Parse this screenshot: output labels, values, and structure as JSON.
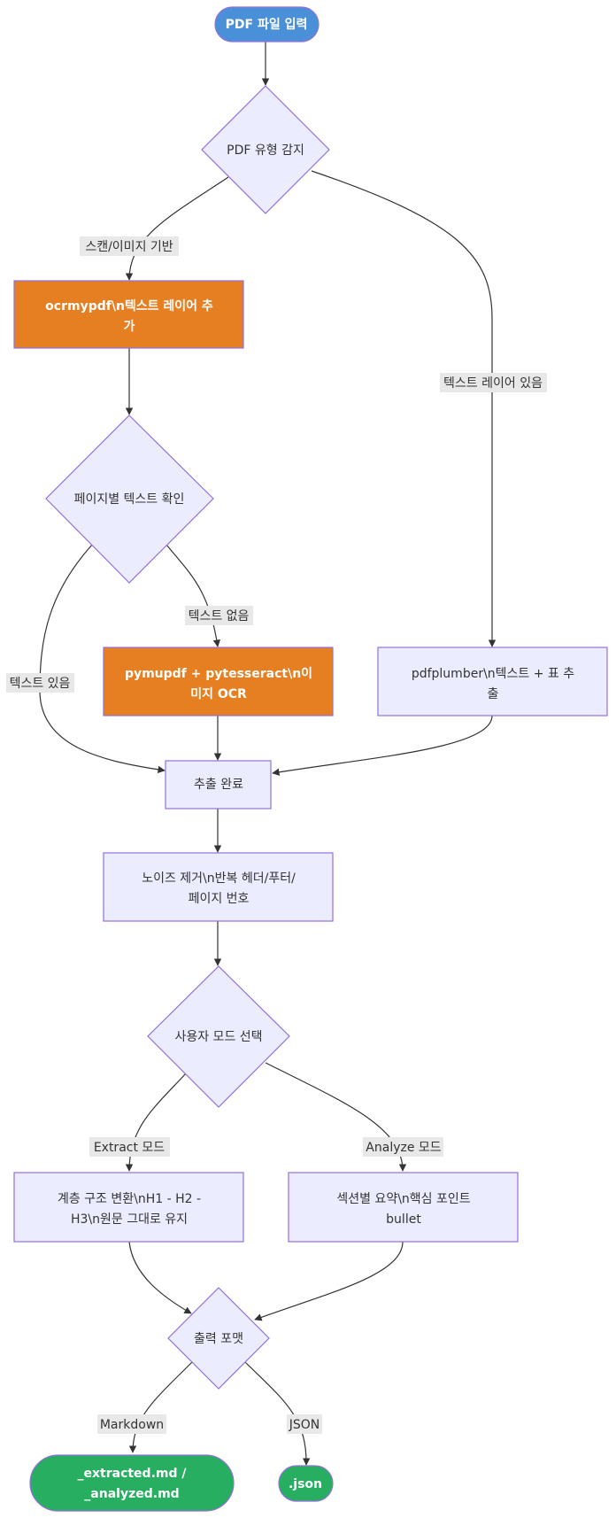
{
  "nodes": {
    "start": "PDF 파일 입력",
    "detect": "PDF 유형 감지",
    "ocrmypdf": [
      "ocrmypdf\\n텍스트 레이어 추",
      "가"
    ],
    "page_check": "페이지별 텍스트 확인",
    "pymupdf": [
      "pymupdf + pytesseract\\n이",
      "미지 OCR"
    ],
    "pdfplumber": [
      "pdfplumber\\n텍스트 + 표 추",
      "출"
    ],
    "extract_done": "추출 완료",
    "noise": [
      "노이즈 제거\\n반복 헤더/푸터/",
      "페이지 번호"
    ],
    "mode_select": "사용자 모드 선택",
    "hierarchy": [
      "계층 구조 변환\\nH1 - H2 -",
      "H3\\n원문 그대로 유지"
    ],
    "summary": [
      "섹션별 요약\\n핵심 포인트",
      "bullet"
    ],
    "output_format": "출력 포맷",
    "md_out": [
      "_extracted.md /",
      "_analyzed.md"
    ],
    "json_out": ".json"
  },
  "edges": {
    "scan": "스캔/이미지 기반",
    "text_layer": "텍스트 레이어 있음",
    "no_text": "텍스트 없음",
    "has_text": "텍스트 있음",
    "extract_mode": "Extract 모드",
    "analyze_mode": "Analyze 모드",
    "markdown": "Markdown",
    "json": "JSON"
  },
  "colors": {
    "start": "#4a90d9",
    "ocr_nodes": "#e67e22",
    "end_nodes": "#27ae60",
    "default_fill": "#ececff",
    "border": "#9370db"
  }
}
